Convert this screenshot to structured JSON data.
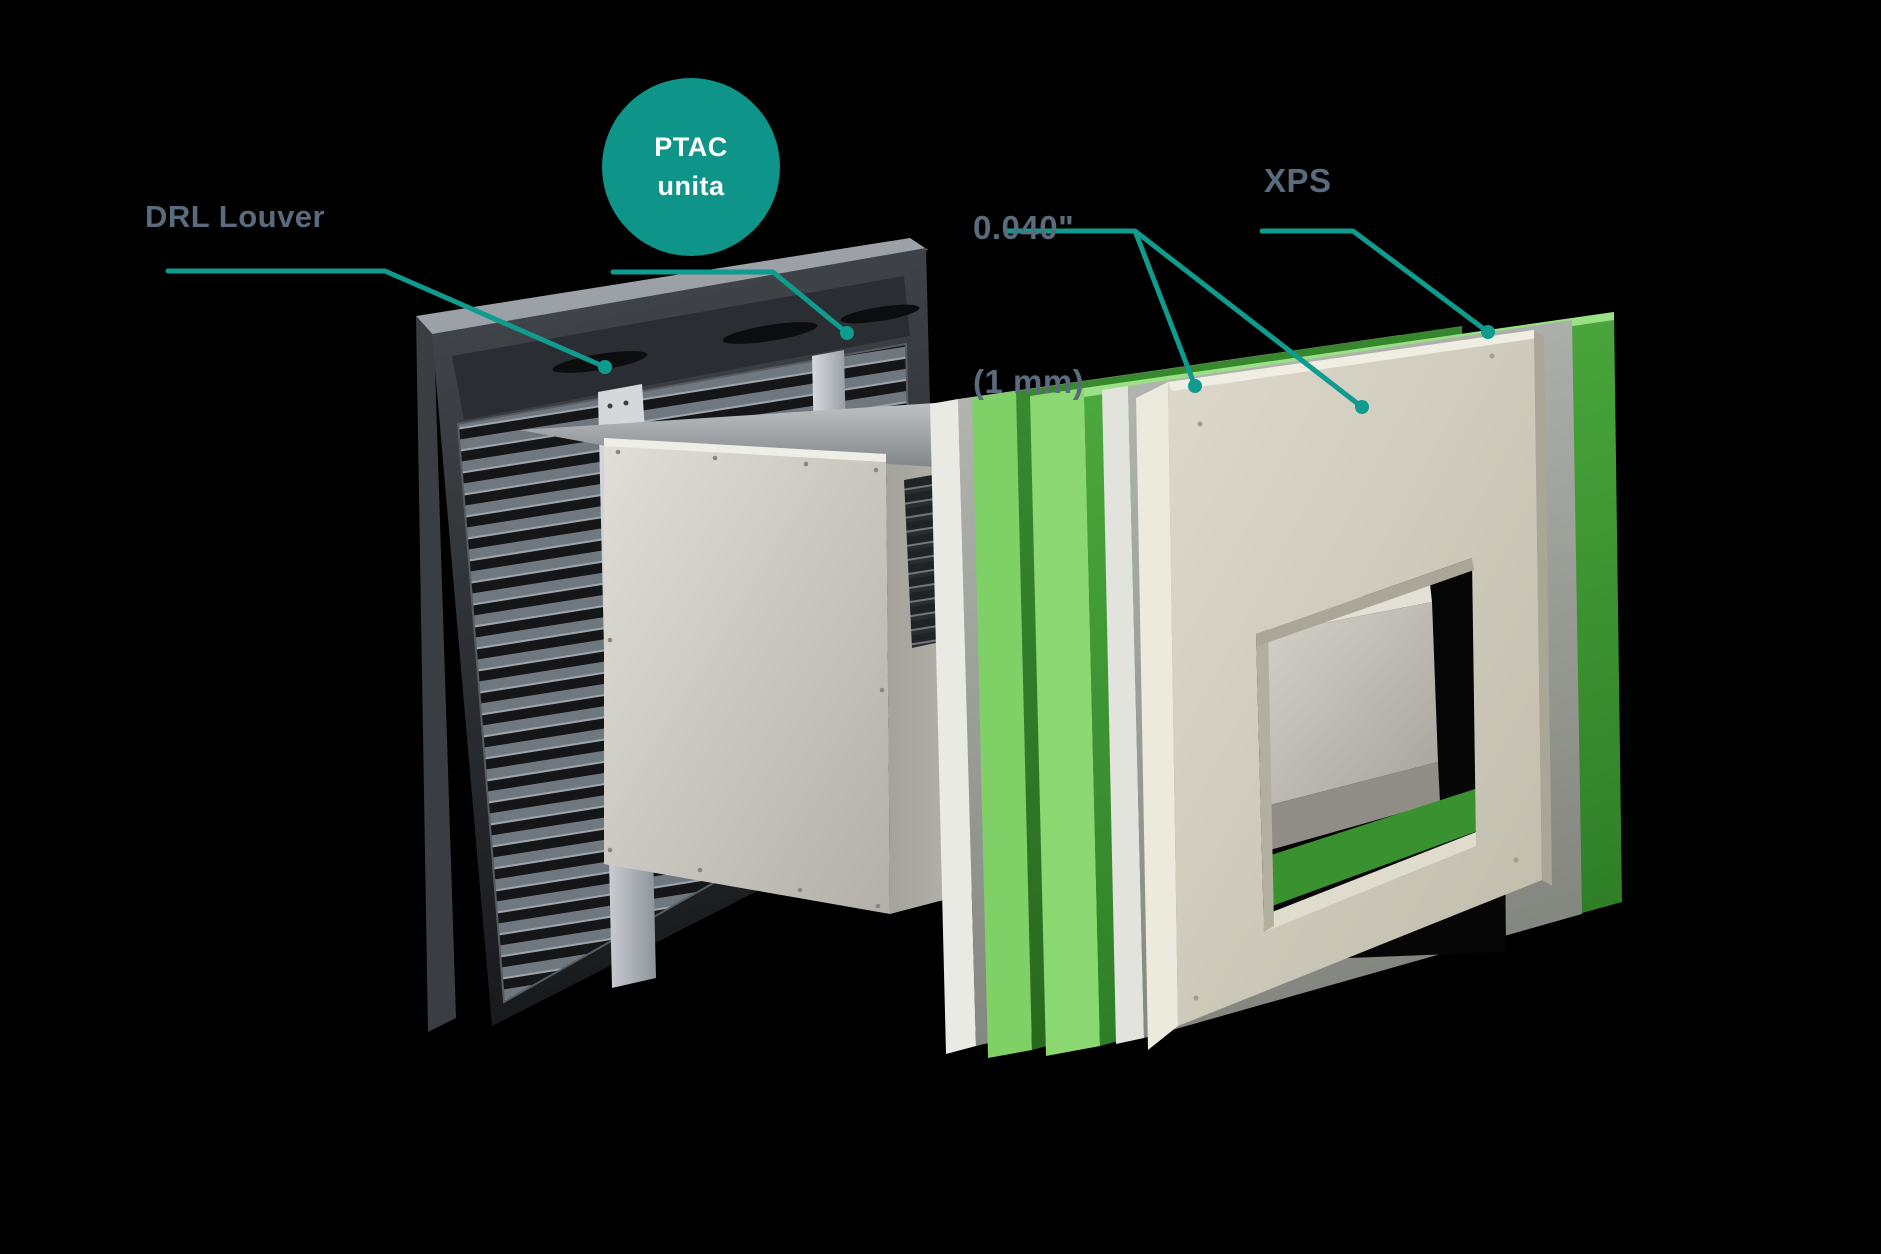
{
  "scene": {
    "background_color": "#000000",
    "accent_color": "#0f9b8e",
    "label_text_color": "#5a6b7d",
    "circle_fill_color": "#0e9488",
    "xps_green_color": "#3f9c33",
    "aluminum_color": "#b6b8b3",
    "outer_panel_color": "#d4d1c3",
    "louver_frame_color": "#26282b"
  },
  "labels": {
    "louver": {
      "text": "DRL Louver"
    },
    "ptac": {
      "line1": "PTAC",
      "line2": "unita"
    },
    "sheet": {
      "line1": "0.040\"",
      "line2": "(1 mm)"
    },
    "xps": {
      "text": "XPS"
    }
  }
}
